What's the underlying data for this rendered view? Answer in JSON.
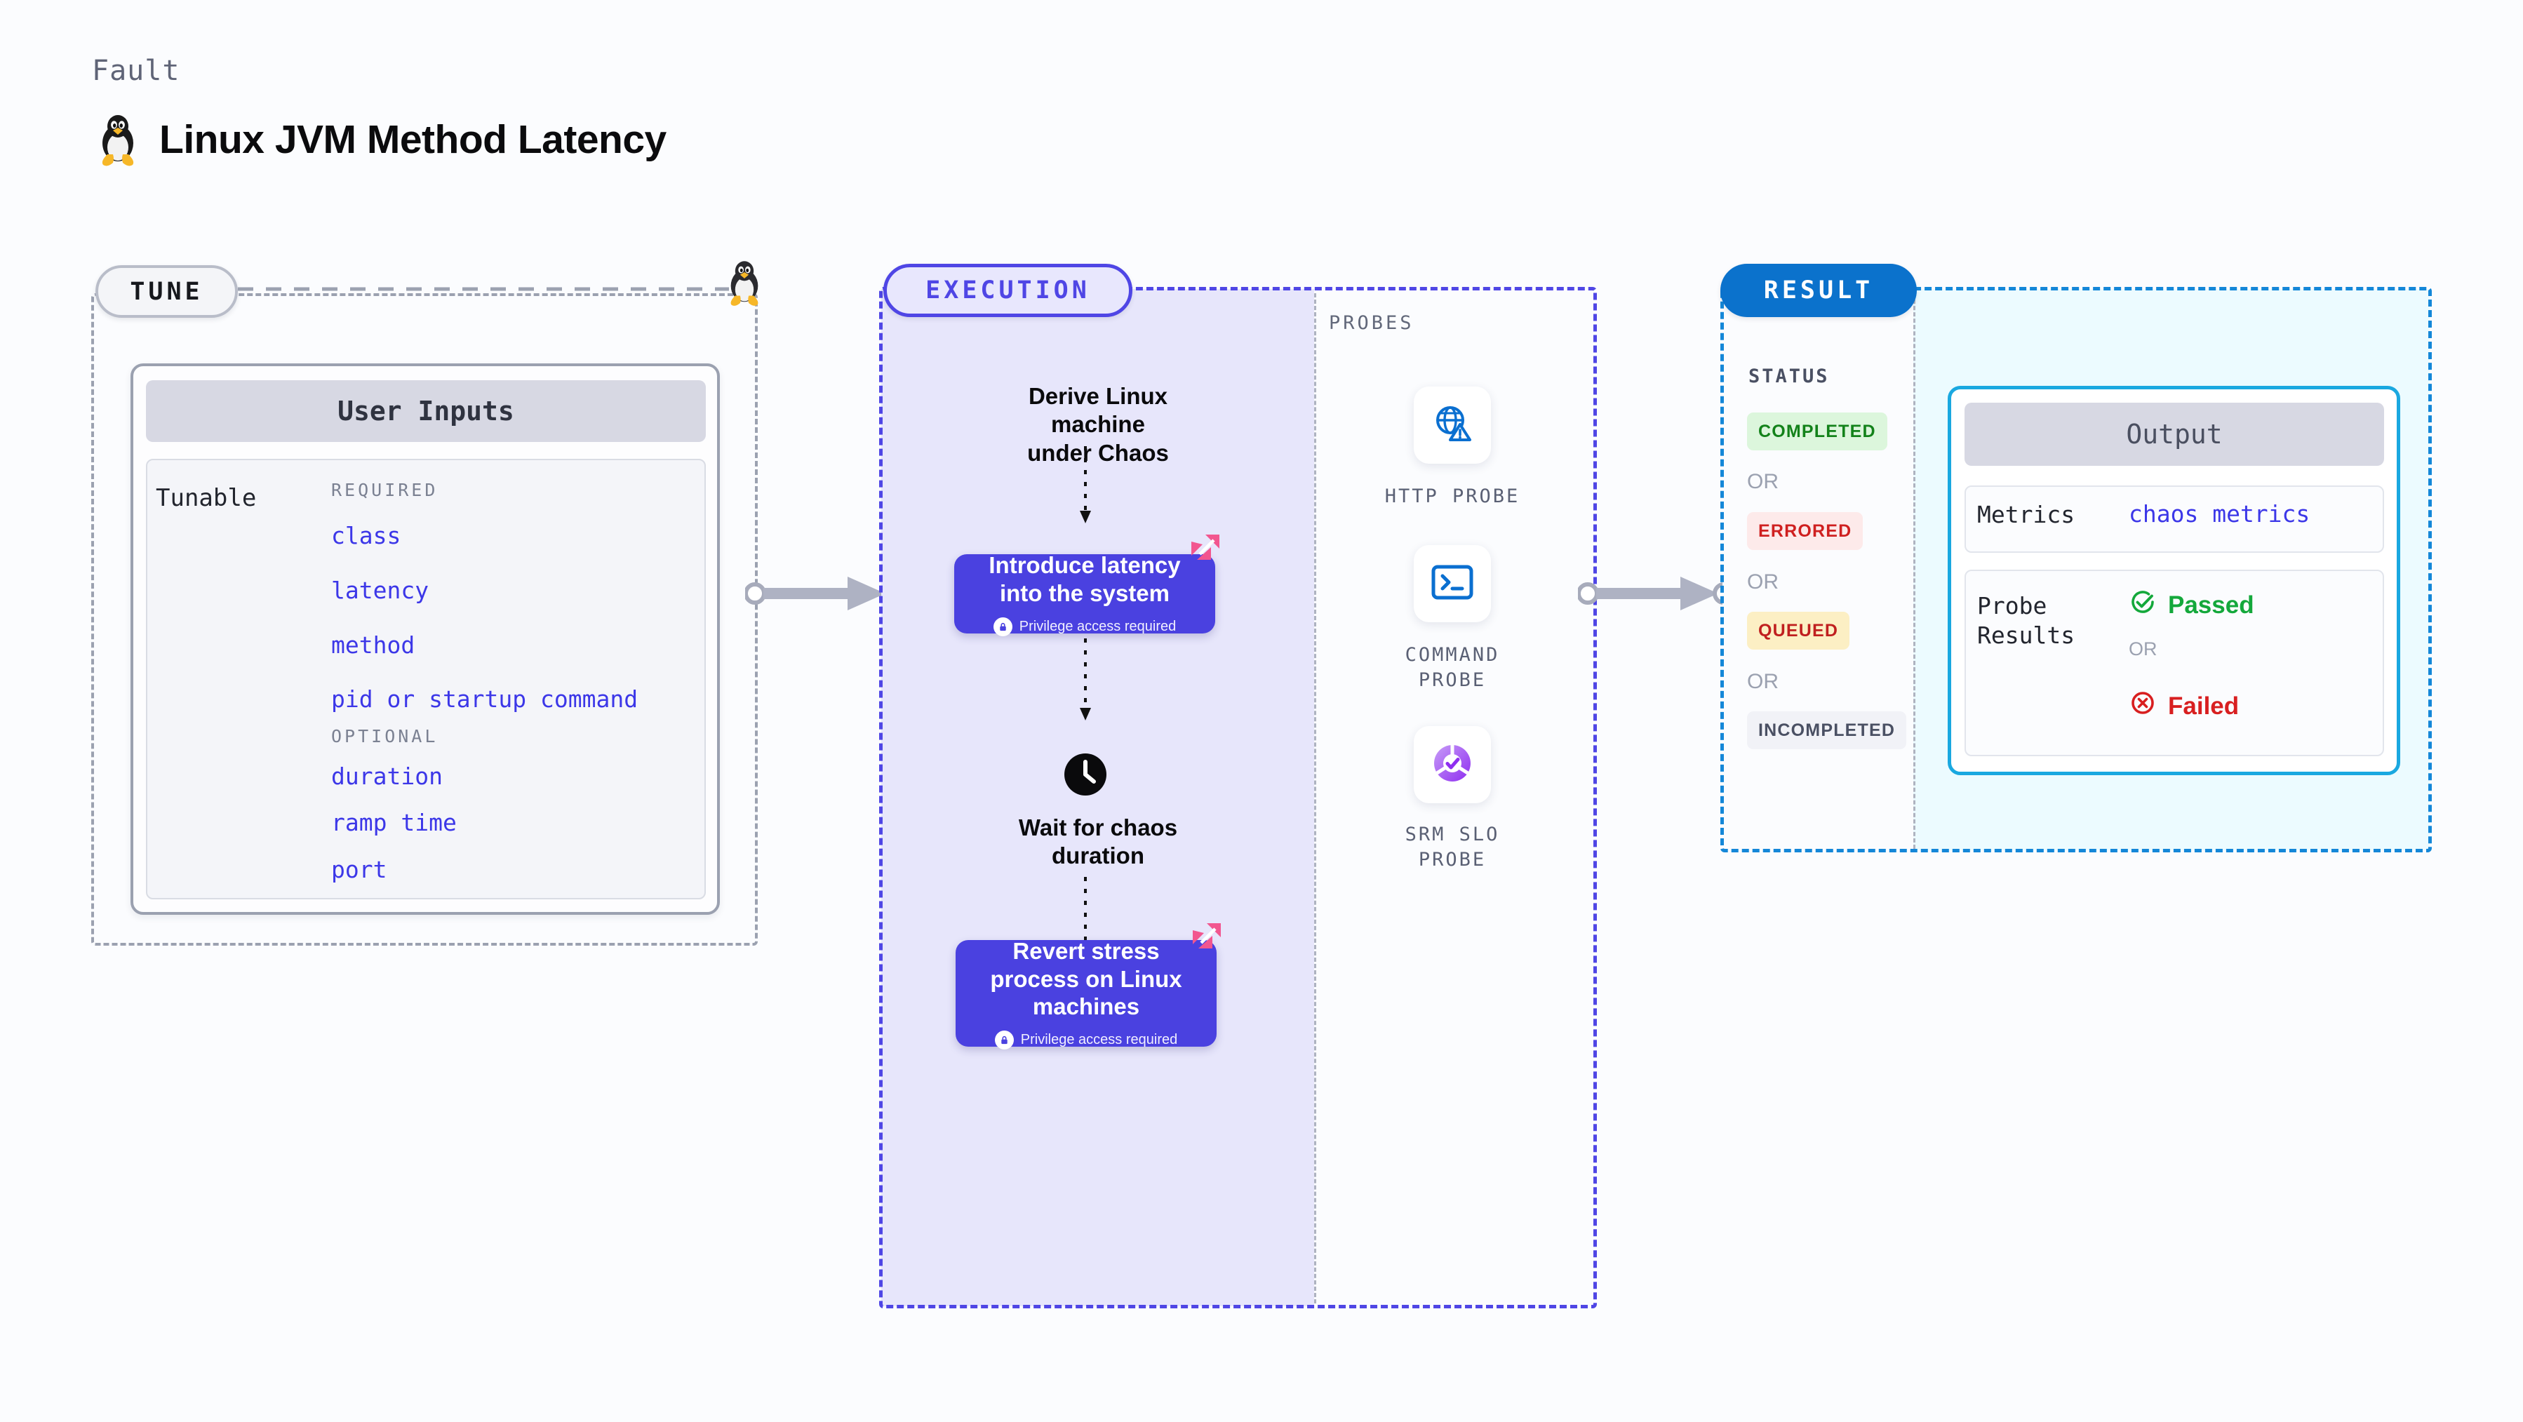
{
  "header": {
    "kicker": "Fault",
    "title": "Linux JVM Method Latency",
    "icon": "linux-penguin-icon"
  },
  "tune": {
    "pill_label": "TUNE",
    "icon": "linux-penguin-icon",
    "card": {
      "header": "User Inputs",
      "row_label": "Tunable",
      "groups": [
        {
          "label": "REQUIRED",
          "items": [
            "class",
            "latency",
            "method",
            "pid or startup command"
          ]
        },
        {
          "label": "OPTIONAL",
          "items": [
            "duration",
            "ramp time",
            "port"
          ]
        }
      ]
    }
  },
  "execution": {
    "pill_label": "EXECUTION",
    "steps": [
      {
        "type": "text",
        "label": "Derive Linux machine\nunder Chaos"
      },
      {
        "type": "chaos",
        "label": "Introduce latency\ninto the system",
        "note": "Privilege access required",
        "badge": "harness-logo-icon"
      },
      {
        "type": "wait",
        "icon": "clock-icon",
        "label": "Wait for chaos\nduration"
      },
      {
        "type": "chaos",
        "label": "Revert stress\nprocess on Linux\nmachines",
        "note": "Privilege access required",
        "badge": "harness-logo-icon"
      }
    ]
  },
  "probes": {
    "heading": "PROBES",
    "items": [
      {
        "label": "HTTP  PROBE",
        "icon": "globe-warning-icon"
      },
      {
        "label": "COMMAND\nPROBE",
        "icon": "terminal-icon"
      },
      {
        "label": "SRM  SLO\nPROBE",
        "icon": "slo-gauge-icon"
      }
    ]
  },
  "result": {
    "pill_label": "RESULT",
    "status_heading": "STATUS",
    "or_label": "OR",
    "statuses": [
      {
        "label": "COMPLETED",
        "bg": "#dcf6dc",
        "fg": "#13821a"
      },
      {
        "label": "ERRORED",
        "bg": "#fdeaea",
        "fg": "#cf2020"
      },
      {
        "label": "QUEUED",
        "bg": "#fcefc4",
        "fg": "#c01f1f"
      },
      {
        "label": "INCOMPLETED",
        "bg": "#f1f2f7",
        "fg": "#4a5063"
      }
    ],
    "output": {
      "header": "Output",
      "metrics_key": "Metrics",
      "metrics_value": "chaos metrics",
      "probe_key": "Probe\nResults",
      "or_label": "OR",
      "passed": "Passed",
      "failed": "Failed",
      "passed_icon": "check-circle-icon",
      "failed_icon": "x-circle-icon"
    }
  },
  "colors": {
    "page_bg": "#fbfcfe",
    "execution_accent": "#4f46e5",
    "execution_fill": "#e7e6fb",
    "result_accent": "#1487d8",
    "result_fill": "#ecfbff",
    "chaos_box": "#4a41e0",
    "tunable_link": "#3c37e8",
    "harness_pink": "#f2568f",
    "probe_blue": "#0a6fd0"
  }
}
